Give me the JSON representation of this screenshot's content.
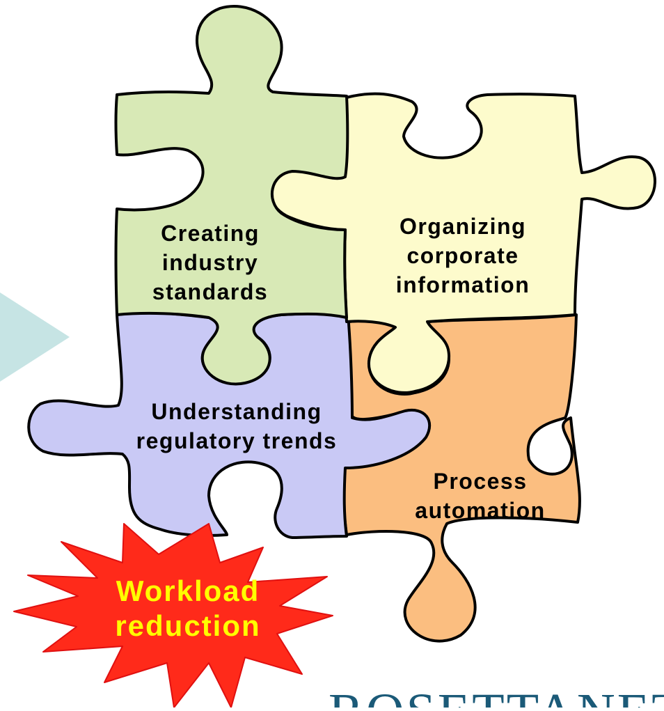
{
  "pieces": {
    "creating": {
      "line1": "Creating",
      "line2": "industry",
      "line3": "standards",
      "color": "#d8e9b6"
    },
    "organizing": {
      "line1": "Organizing",
      "line2": "corporate",
      "line3": "information",
      "color": "#fdfbcc"
    },
    "understanding": {
      "line1": "Understanding",
      "line2": "regulatory trends",
      "color": "#c9c9f5"
    },
    "process": {
      "line1": "Process",
      "line2": "automation",
      "color": "#fbbe80"
    }
  },
  "burst": {
    "line1": "Workload",
    "line2": "reduction",
    "fill": "#ff2a1a",
    "text_color": "#ffff00"
  },
  "arrow": {
    "color": "#c6e4e4"
  },
  "logo": {
    "text": "ROSETTANET",
    "color": "#1b5a78"
  }
}
